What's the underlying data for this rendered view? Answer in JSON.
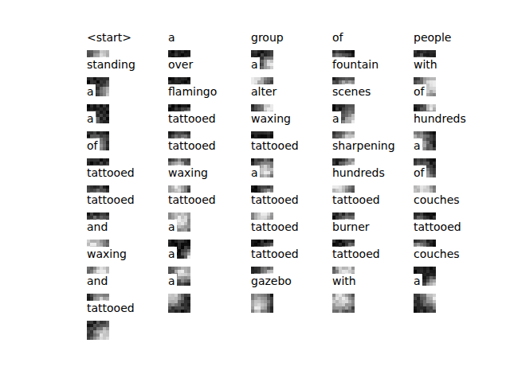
{
  "diagram": {
    "labels": [
      "<start>",
      "a",
      "group",
      "of",
      "people",
      "standing",
      "over",
      "a",
      "fountain",
      "with",
      "a",
      "flamingo",
      "alter",
      "scenes",
      "of",
      "a",
      "tattooed",
      "waxing",
      "a",
      "hundreds",
      "of",
      "tattooed",
      "tattooed",
      "sharpening",
      "a",
      "tattooed",
      "waxing",
      "a",
      "hundreds",
      "of",
      "tattooed",
      "tattooed",
      "tattooed",
      "tattooed",
      "couches",
      "and",
      "a",
      "tattooed",
      "burner",
      "tattooed",
      "waxing",
      "a",
      "tattooed",
      "tattooed",
      "couches",
      "and",
      "a",
      "gazebo",
      "with",
      "a",
      "tattooed"
    ]
  }
}
